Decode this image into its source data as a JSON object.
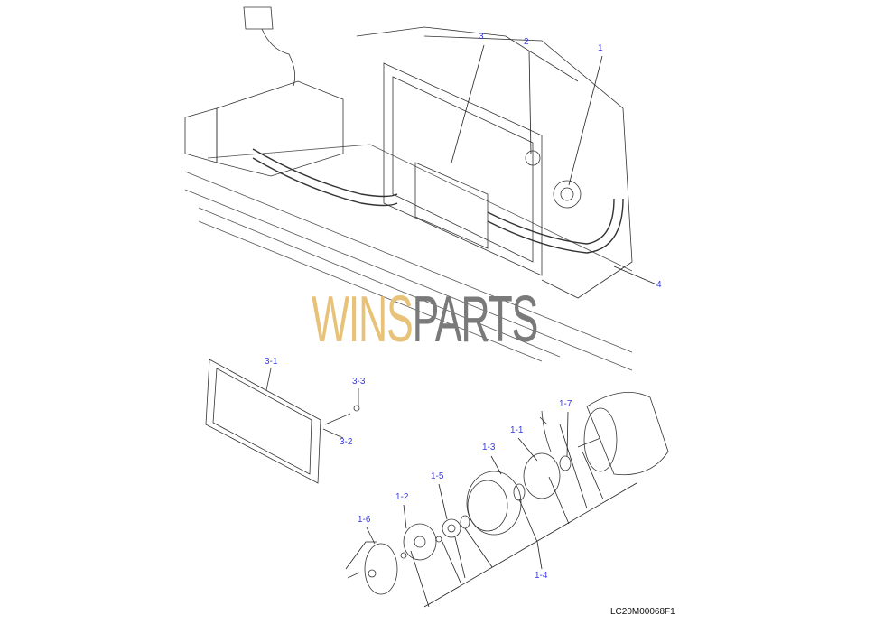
{
  "callouts": {
    "c1": "1",
    "c2": "2",
    "c3": "3",
    "c4": "4",
    "c3_1": "3-1",
    "c3_2": "3-2",
    "c3_3": "3-3",
    "c1_1": "1-1",
    "c1_2": "1-2",
    "c1_3": "1-3",
    "c1_4": "1-4",
    "c1_5": "1-5",
    "c1_6": "1-6",
    "c1_7": "1-7"
  },
  "drawing_code": "LC20M00068F1",
  "watermark": {
    "part1": "WINS",
    "part2": "PARTS"
  },
  "colors": {
    "callout": "#3a3adf",
    "line": "#333333",
    "watermark_gold": "#e9c27a",
    "watermark_gray": "#7a7a7a"
  }
}
